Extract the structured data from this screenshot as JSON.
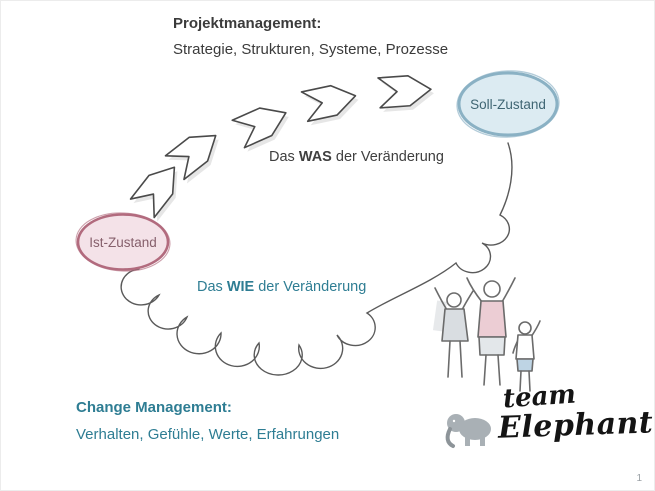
{
  "slide": {
    "header": {
      "title": "Projektmanagement:",
      "subtitle": "Strategie, Strukturen, Systeme, Prozesse"
    },
    "was_label": {
      "pre": "Das ",
      "bold": "WAS",
      "post": " der Veränderung"
    },
    "wie_label": {
      "pre": "Das ",
      "bold": "WIE",
      "post": " der Veränderung"
    },
    "ist_badge": "Ist-Zustand",
    "soll_badge": "Soll-Zustand",
    "footer": {
      "title": "Change Management:",
      "subtitle": "Verhalten, Gefühle, Werte, Erfahrungen"
    },
    "logo": {
      "word1": "team",
      "word2": "Elephant"
    },
    "page_number": "1",
    "icons": {
      "process_arrows": "hand-drawn chevron arrows arcing from Ist-Zustand to Soll-Zustand",
      "change_spiral": "looping coil line from Ist-Zustand to Soll-Zustand",
      "people_sketch": "three sketched people cheering",
      "elephant": "small gray elephant doodle"
    },
    "colors": {
      "teal": "#2e7d93",
      "dark_text": "#3b3b3b",
      "ist_stroke": "#b26b7e",
      "ist_fill": "#f4e2e8",
      "soll_stroke": "#8ab1c4",
      "soll_fill": "#dcebf2",
      "sketch_stroke": "#4a4a4a"
    }
  }
}
